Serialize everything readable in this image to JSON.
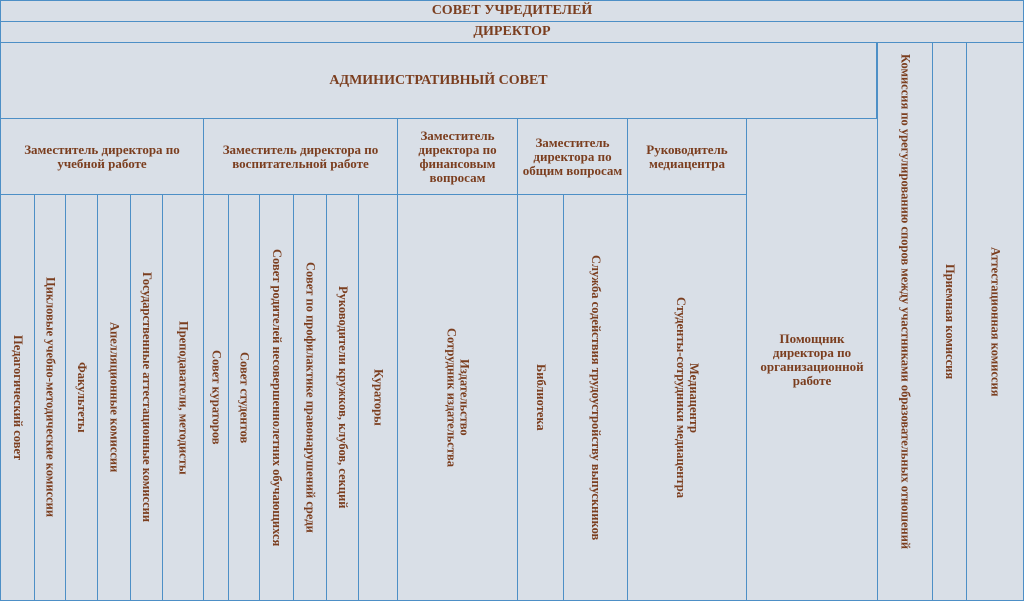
{
  "founders_council": "СОВЕТ УЧРЕДИТЕЛЕЙ",
  "director": "ДИРЕКТОР",
  "admin_council": "АДМИНИСТРАТИВНЫЙ СОВЕТ",
  "deputies": {
    "academic": "Заместитель директора по учебной работе",
    "educational": "Заместитель директора по воспитательной работе",
    "financial": "Заместитель директора по финансовым вопросам",
    "general": "Заместитель директора по общим вопросам",
    "media_head": "Руководитель медиацентра"
  },
  "assistant": "Помощник директора по организационной работе",
  "right_commissions": {
    "dispute": "Комиссия по урегулированию споров между участниками образовательных отношений",
    "admission": "Приемная комиссия",
    "attestation": "Аттестационная комиссия"
  },
  "academic_units": {
    "ped_council": "Педагогический совет",
    "cyclic": "Цикловые учебно-методические комиссии",
    "faculties": "Факультеты",
    "appeal": "Апелляционные комиссии",
    "state_attest": "Государственные аттестационные комиссии",
    "teachers": "Преподаватели, методисты"
  },
  "educational_units": {
    "curators_council": "Совет кураторов",
    "students_council": "Совет студентов",
    "parents_council": "Совет родителей несовершеннолетних обучающихся",
    "prevention_council": "Совет по профилактике правонарушений среди",
    "clubs": "Руководители кружков, клубов, секций",
    "curators": "Кураторы"
  },
  "financial_units": {
    "publishing": "Издательство\nСотрудник издательства"
  },
  "general_units": {
    "library": "Библиотека",
    "employment": "Служба содействия трудоустройству выпускников"
  },
  "media_units": {
    "media": "Медиацентр\nСтуденты-сотрудники медиацентра"
  }
}
